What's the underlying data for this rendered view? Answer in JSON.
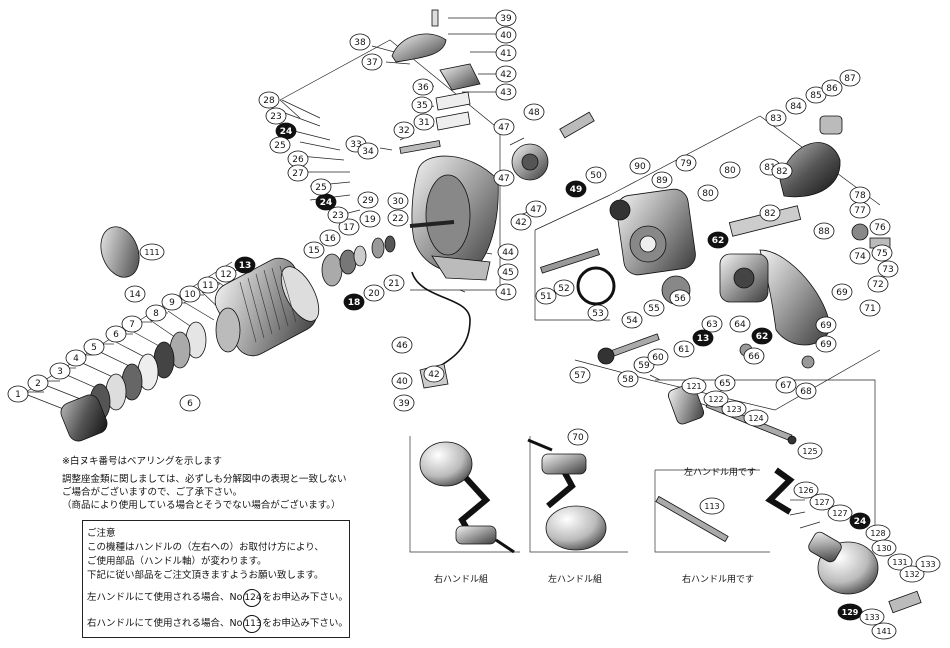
{
  "callouts": [
    {
      "n": "1",
      "filled": false
    },
    {
      "n": "2",
      "filled": false
    },
    {
      "n": "3",
      "filled": false
    },
    {
      "n": "4",
      "filled": false
    },
    {
      "n": "5",
      "filled": false
    },
    {
      "n": "6",
      "filled": false
    },
    {
      "n": "6",
      "filled": false
    },
    {
      "n": "7",
      "filled": false
    },
    {
      "n": "8",
      "filled": false
    },
    {
      "n": "9",
      "filled": false
    },
    {
      "n": "10",
      "filled": false
    },
    {
      "n": "11",
      "filled": false
    },
    {
      "n": "12",
      "filled": false
    },
    {
      "n": "13",
      "filled": true
    },
    {
      "n": "14",
      "filled": false
    },
    {
      "n": "15",
      "filled": false
    },
    {
      "n": "16",
      "filled": false
    },
    {
      "n": "17",
      "filled": false
    },
    {
      "n": "18",
      "filled": true
    },
    {
      "n": "19",
      "filled": false
    },
    {
      "n": "20",
      "filled": false
    },
    {
      "n": "21",
      "filled": false
    },
    {
      "n": "22",
      "filled": false
    },
    {
      "n": "23",
      "filled": false
    },
    {
      "n": "23",
      "filled": false
    },
    {
      "n": "24",
      "filled": true
    },
    {
      "n": "24",
      "filled": true
    },
    {
      "n": "25",
      "filled": false
    },
    {
      "n": "25",
      "filled": false
    },
    {
      "n": "26",
      "filled": false
    },
    {
      "n": "27",
      "filled": false
    },
    {
      "n": "28",
      "filled": false
    },
    {
      "n": "29",
      "filled": false
    },
    {
      "n": "30",
      "filled": false
    },
    {
      "n": "31",
      "filled": false
    },
    {
      "n": "32",
      "filled": false
    },
    {
      "n": "33",
      "filled": false
    },
    {
      "n": "34",
      "filled": false
    },
    {
      "n": "35",
      "filled": false
    },
    {
      "n": "36",
      "filled": false
    },
    {
      "n": "37",
      "filled": false
    },
    {
      "n": "38",
      "filled": false
    },
    {
      "n": "39",
      "filled": false
    },
    {
      "n": "39",
      "filled": false
    },
    {
      "n": "40",
      "filled": false
    },
    {
      "n": "40",
      "filled": false
    },
    {
      "n": "41",
      "filled": false
    },
    {
      "n": "41",
      "filled": false
    },
    {
      "n": "42",
      "filled": false
    },
    {
      "n": "42",
      "filled": false
    },
    {
      "n": "42",
      "filled": false
    },
    {
      "n": "43",
      "filled": false
    },
    {
      "n": "44",
      "filled": false
    },
    {
      "n": "45",
      "filled": false
    },
    {
      "n": "46",
      "filled": false
    },
    {
      "n": "47",
      "filled": false
    },
    {
      "n": "47",
      "filled": false
    },
    {
      "n": "47",
      "filled": false
    },
    {
      "n": "48",
      "filled": false
    },
    {
      "n": "49",
      "filled": true
    },
    {
      "n": "50",
      "filled": false
    },
    {
      "n": "51",
      "filled": false
    },
    {
      "n": "52",
      "filled": false
    },
    {
      "n": "53",
      "filled": false
    },
    {
      "n": "54",
      "filled": false
    },
    {
      "n": "55",
      "filled": false
    },
    {
      "n": "56",
      "filled": false
    },
    {
      "n": "57",
      "filled": false
    },
    {
      "n": "58",
      "filled": false
    },
    {
      "n": "59",
      "filled": false
    },
    {
      "n": "60",
      "filled": false
    },
    {
      "n": "61",
      "filled": false
    },
    {
      "n": "62",
      "filled": true
    },
    {
      "n": "62",
      "filled": true
    },
    {
      "n": "63",
      "filled": false
    },
    {
      "n": "64",
      "filled": false
    },
    {
      "n": "65",
      "filled": false
    },
    {
      "n": "66",
      "filled": false
    },
    {
      "n": "67",
      "filled": false
    },
    {
      "n": "68",
      "filled": false
    },
    {
      "n": "69",
      "filled": false
    },
    {
      "n": "69",
      "filled": false
    },
    {
      "n": "69",
      "filled": false
    },
    {
      "n": "70",
      "filled": false
    },
    {
      "n": "71",
      "filled": false
    },
    {
      "n": "72",
      "filled": false
    },
    {
      "n": "73",
      "filled": false
    },
    {
      "n": "74",
      "filled": false
    },
    {
      "n": "75",
      "filled": false
    },
    {
      "n": "76",
      "filled": false
    },
    {
      "n": "77",
      "filled": false
    },
    {
      "n": "78",
      "filled": false
    },
    {
      "n": "79",
      "filled": false
    },
    {
      "n": "80",
      "filled": false
    },
    {
      "n": "80",
      "filled": false
    },
    {
      "n": "81",
      "filled": false
    },
    {
      "n": "82",
      "filled": false
    },
    {
      "n": "82",
      "filled": false
    },
    {
      "n": "83",
      "filled": false
    },
    {
      "n": "84",
      "filled": false
    },
    {
      "n": "85",
      "filled": false
    },
    {
      "n": "86",
      "filled": false
    },
    {
      "n": "87",
      "filled": false
    },
    {
      "n": "88",
      "filled": false
    },
    {
      "n": "89",
      "filled": false
    },
    {
      "n": "90",
      "filled": false
    },
    {
      "n": "13",
      "filled": true
    },
    {
      "n": "111",
      "filled": false
    },
    {
      "n": "113",
      "filled": false
    },
    {
      "n": "121",
      "filled": false
    },
    {
      "n": "122",
      "filled": false
    },
    {
      "n": "123",
      "filled": false
    },
    {
      "n": "124",
      "filled": false
    },
    {
      "n": "125",
      "filled": false
    },
    {
      "n": "126",
      "filled": false
    },
    {
      "n": "127",
      "filled": false
    },
    {
      "n": "127",
      "filled": false
    },
    {
      "n": "24",
      "filled": true
    },
    {
      "n": "128",
      "filled": false
    },
    {
      "n": "129",
      "filled": true
    },
    {
      "n": "130",
      "filled": false
    },
    {
      "n": "131",
      "filled": false
    },
    {
      "n": "132",
      "filled": false
    },
    {
      "n": "133",
      "filled": false
    },
    {
      "n": "133",
      "filled": false
    },
    {
      "n": "141",
      "filled": false
    }
  ],
  "notes": {
    "bearing_note": "※白ヌキ番号はベアリングを示します",
    "adjust_line1": "調整座金類に関しましては、必ずしも分解図中の表現と一致しない",
    "adjust_line2": "ご場合がございますので、ご了承下さい。",
    "adjust_line3": "（商品により使用している場合とそうでない場合がございます。）"
  },
  "notice": {
    "title": "ご注意",
    "line1": "この機種はハンドルの（左右への）お取付け方により、",
    "line2": "ご使用部品（ハンドル軸）が変わります。",
    "line3": "下記に従い部品をご注文頂きますようお願い致します。",
    "left_prefix": "左ハンドルにて使用される場合、No",
    "left_part": "124",
    "left_suffix": "をお申込み下さい。",
    "right_prefix": "右ハンドルにて使用される場合、No",
    "right_part": "113",
    "right_suffix": "をお申込み下さい。"
  },
  "tags": {
    "right_handle_assy": "右ハンドル組",
    "left_handle_assy": "左ハンドル組",
    "right_handle_use": "右ハンドル用です",
    "left_handle_use": "左ハンドル用です"
  }
}
